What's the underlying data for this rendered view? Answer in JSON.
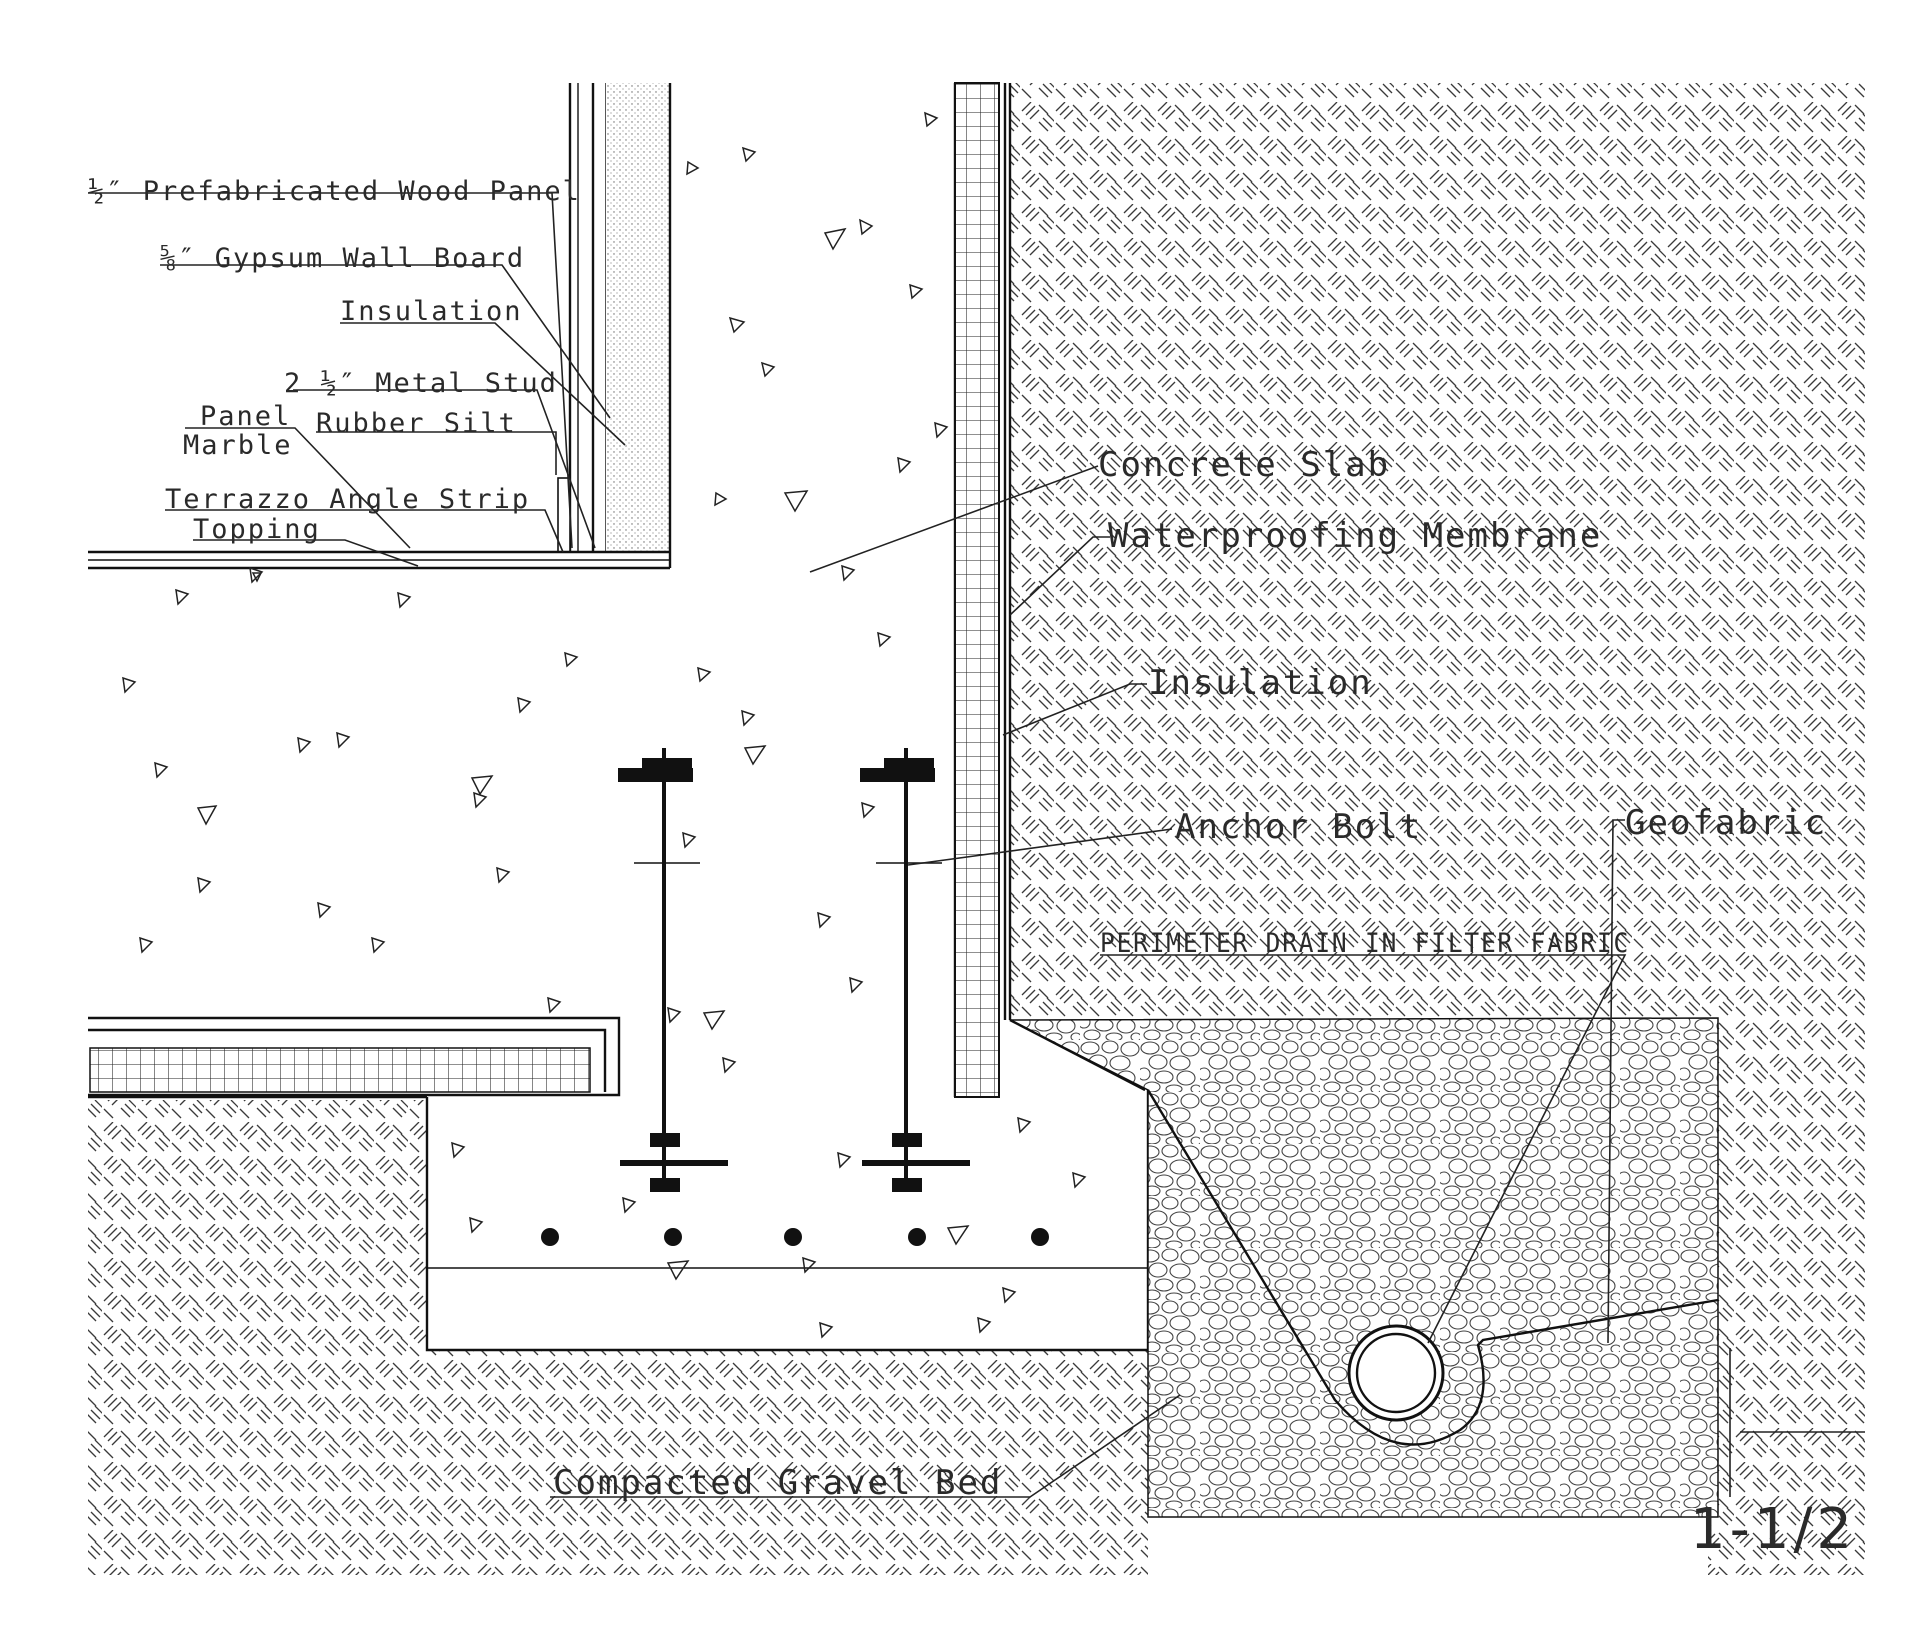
{
  "labels": {
    "wood_panel": "½″ Prefabricated Wood Panel",
    "gypsum": "⅝″ Gypsum Wall Board",
    "insulation_wall": "Insulation",
    "metal_stud": "2 ½″ Metal Stud",
    "panel": "Panel",
    "marble": "Marble",
    "rubber_silt": "Rubber Silt",
    "terrazzo": "Terrazzo Angle Strip",
    "topping": "Topping",
    "concrete_slab": "Concrete Slab",
    "waterproofing": "Waterproofing Membrane",
    "insulation_ext": "Insulation",
    "anchor_bolt": "Anchor Bolt",
    "geofabric": "Geofabric",
    "perimeter_drain": "PERIMETER DRAIN IN FILTER FABRIC",
    "gravel_bed": "Compacted Gravel Bed",
    "scale": "1-1/2"
  },
  "colors": {
    "line": "#111111",
    "text": "#2a2a2a",
    "hatch": "#333333",
    "background": "#ffffff"
  }
}
